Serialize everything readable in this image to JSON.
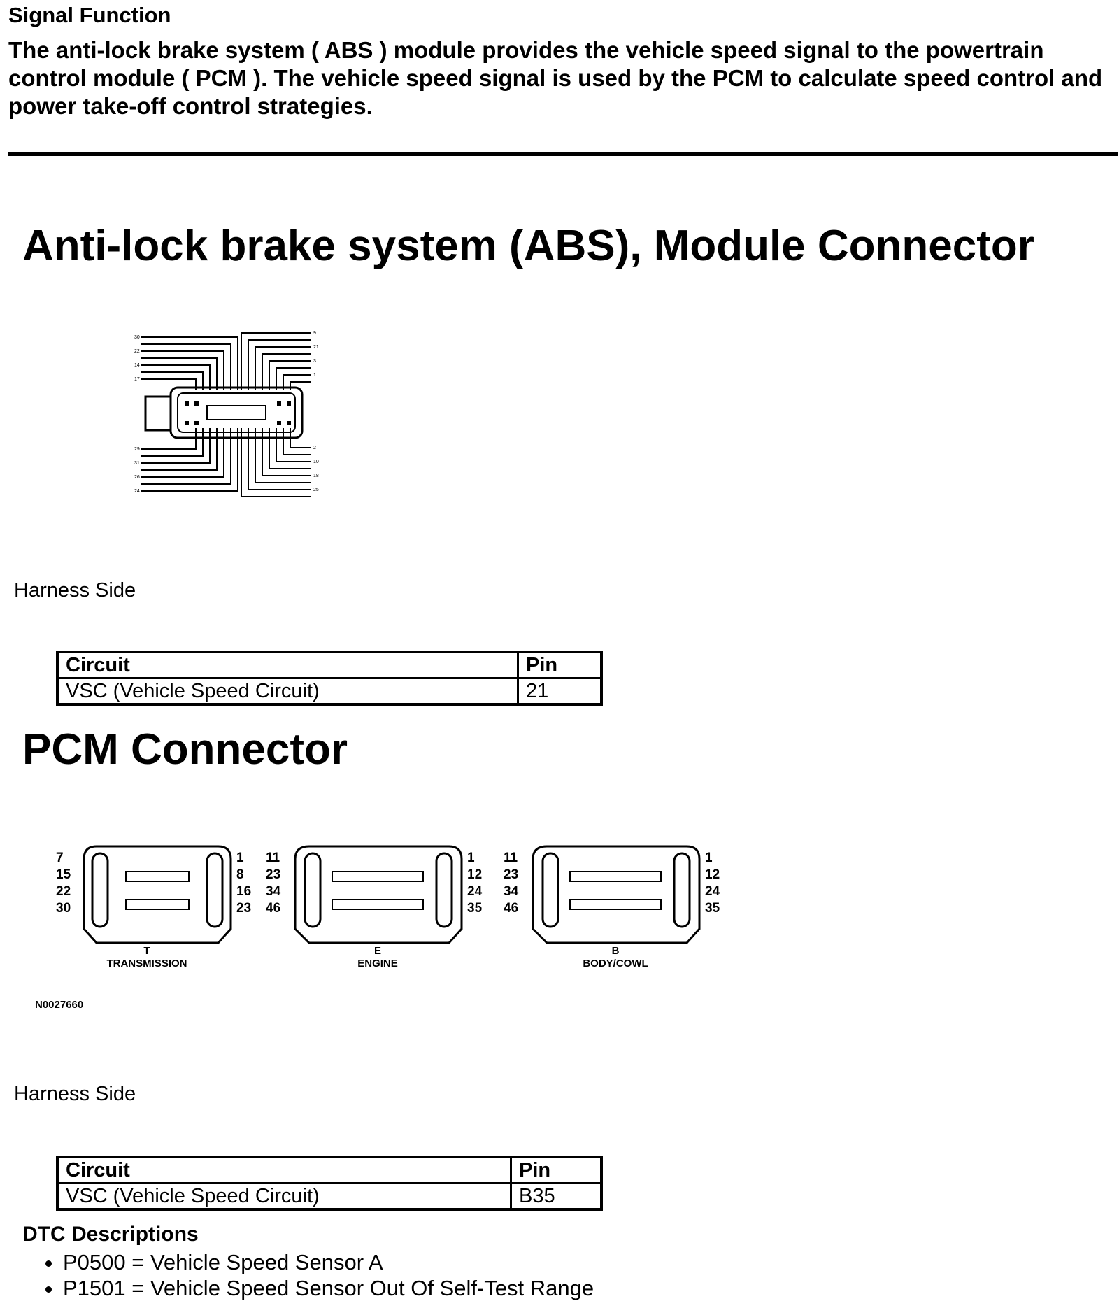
{
  "signal": {
    "heading": "Signal Function",
    "text": "The anti-lock brake system ( ABS ) module provides the vehicle speed signal to the powertrain control module ( PCM ). The vehicle speed signal is used by the PCM to calculate speed control and power take-off control strategies."
  },
  "abs": {
    "heading": "Anti-lock brake system (ABS), Module Connector",
    "harness_label": "Harness Side",
    "table": {
      "headers": [
        "Circuit",
        "Pin"
      ],
      "rows": [
        [
          "VSC (Vehicle Speed Circuit)",
          "21"
        ]
      ]
    }
  },
  "pcm": {
    "heading": "PCM Connector",
    "connectors": [
      {
        "letter": "T",
        "name": "TRANSMISSION",
        "left_pins": [
          "7",
          "15",
          "22",
          "30"
        ],
        "right_pins": [
          "1",
          "8",
          "16",
          "23"
        ]
      },
      {
        "letter": "E",
        "name": "ENGINE",
        "left_pins": [
          "11",
          "23",
          "34",
          "46"
        ],
        "right_pins": [
          "1",
          "12",
          "24",
          "35"
        ]
      },
      {
        "letter": "B",
        "name": "BODY/COWL",
        "left_pins": [
          "11",
          "23",
          "34",
          "46"
        ],
        "right_pins": [
          "1",
          "12",
          "24",
          "35"
        ]
      }
    ],
    "figure_id": "N0027660",
    "harness_label": "Harness Side",
    "table": {
      "headers": [
        "Circuit",
        "Pin"
      ],
      "rows": [
        [
          "VSC (Vehicle Speed Circuit)",
          "B35"
        ]
      ]
    }
  },
  "dtc": {
    "heading": "DTC Descriptions",
    "items": [
      "P0500 = Vehicle Speed Sensor A",
      "P1501 = Vehicle Speed Sensor Out Of Self-Test Range"
    ]
  }
}
